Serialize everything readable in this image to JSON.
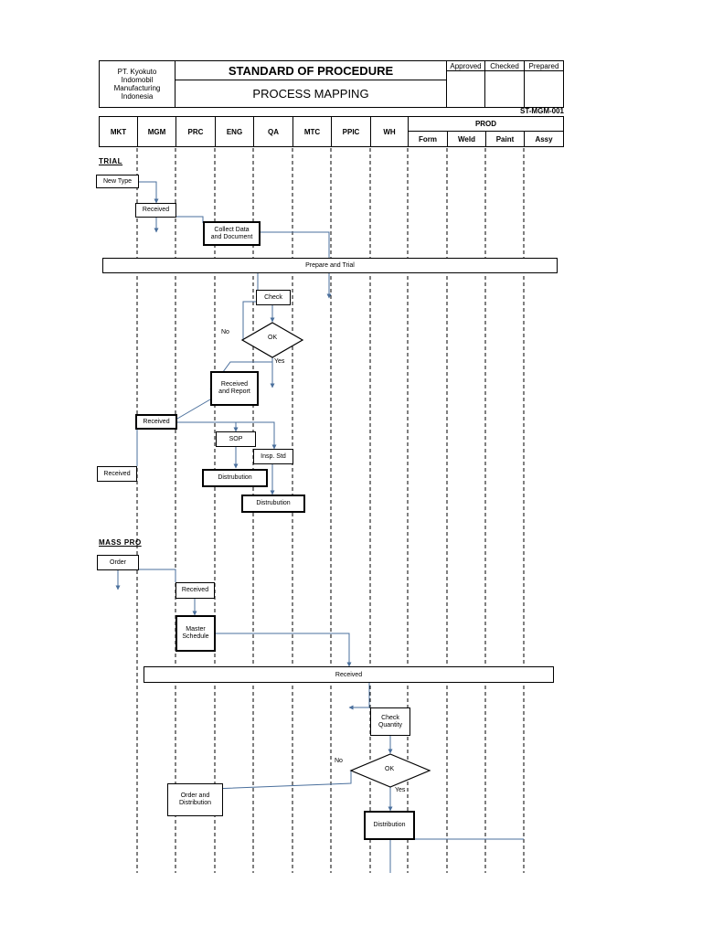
{
  "header": {
    "company": "PT. Kyokuto\nIndomobil\nManufacturing\nIndonesia",
    "title": "STANDARD OF PROCEDURE",
    "subtitle": "PROCESS MAPPING",
    "signoffs": [
      "Approved",
      "Checked",
      "Prepared"
    ],
    "doc_number": "ST-MGM-001"
  },
  "departments": [
    "MKT",
    "MGM",
    "PRC",
    "ENG",
    "QA",
    "MTC",
    "PPIC",
    "WH"
  ],
  "prod": {
    "title": "PROD",
    "subs": [
      "Form",
      "Weld",
      "Paint",
      "Assy"
    ]
  },
  "sections": {
    "trial": "TRIAL",
    "mass": "MASS PRO"
  },
  "boxes": {
    "new_type": "New Type",
    "received_1": "Received",
    "collect_data": "Collect Data\nand Document",
    "prepare_trial": "Prepare and Trial",
    "check": "Check",
    "ok_1": "OK",
    "no_1": "No",
    "yes_1": "Yes",
    "received_report": "Received\nand Report",
    "received_2": "Received",
    "sop": "SOP",
    "insp_std": "Insp. Std",
    "received_3": "Received",
    "distribution_1": "Distrubution",
    "distribution_2": "Distrubution",
    "order": "Order",
    "received_4": "Received",
    "master_schedule": "Master\nSchedule",
    "received_wide": "Received",
    "check_quantity": "Check\nQuantity",
    "ok_2": "OK",
    "no_2": "No",
    "yes_2": "Yes",
    "order_distribution": "Order and\nDistribution",
    "distribution_3": "Distribution"
  },
  "colors": {
    "line": "#000000",
    "arrow": "#4a6f9c"
  }
}
